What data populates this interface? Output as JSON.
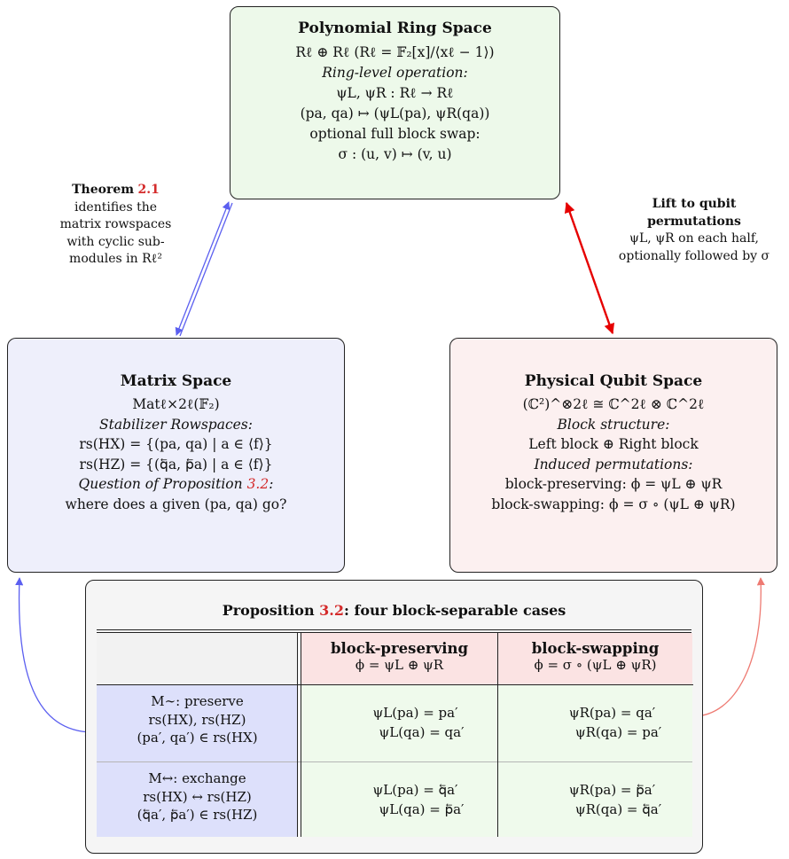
{
  "polynomial_ring": {
    "title": "Polynomial Ring Space",
    "line1": "Rℓ ⊕ Rℓ    (Rℓ = 𝔽₂[x]/⟨xℓ − 1⟩)",
    "line2": "Ring-level operation:",
    "line3": "ψL, ψR  :  Rℓ  →  Rℓ",
    "line4": "(pa, qa)  ↦  (ψL(pa), ψR(qa))",
    "line5": "optional full block swap:",
    "line6": "σ  :  (u, v)  ↦  (v, u)"
  },
  "matrix_space": {
    "title": "Matrix Space",
    "line1": "Matℓ×2ℓ(𝔽₂)",
    "line2": "Stabilizer Rowspaces:",
    "line3": "rs(HX)  =  {(pa, qa)  |  a  ∈  ⟨f⟩}",
    "line4": "rs(HZ)  =  {(q⃖a, p⃖a)  |  a  ∈  ⟨f⟩}",
    "line5_prefix": "Question of Proposition ",
    "line5_ref": "3.2",
    "line5_suffix": ":",
    "line6": "where does a given (pa, qa) go?"
  },
  "physical_space": {
    "title": "Physical Qubit Space",
    "line1": "(ℂ²)^⊗2ℓ  ≅  ℂ^2ℓ ⊗ ℂ^2ℓ",
    "line2": "Block structure:",
    "line3": "Left block ⊕ Right block",
    "line4": "Induced permutations:",
    "line5": "block-preserving:   ϕ = ψL ⊕ ψR",
    "line6": "block-swapping:   ϕ = σ ∘ (ψL ⊕ ψR)"
  },
  "theorem_annotation": {
    "label": "Theorem",
    "ref": "2.1",
    "lines": [
      "identifies the",
      "matrix rowspaces",
      "with cyclic sub-",
      "modules in Rℓ²"
    ]
  },
  "lift_annotation": {
    "title_line1": "Lift to qubit",
    "title_line2": "permutations",
    "line1": "ψL, ψR on each half,",
    "line2": "optionally followed by σ"
  },
  "proposition": {
    "title_prefix": "Proposition ",
    "title_ref": "3.2",
    "title_suffix": ": four block-separable cases",
    "col_preserving": "block-preserving",
    "col_preserving_formula": "ϕ = ψL ⊕ ψR",
    "col_swapping": "block-swapping",
    "col_swapping_formula": "ϕ = σ ∘ (ψL ⊕ ψR)",
    "row1_label": "M∼: preserve",
    "row1_line2": "rs(HX), rs(HZ)",
    "row1_line3": "(pa′, qa′) ∈ rs(HX)",
    "row1_pres_1": "ψL(pa) = pa′",
    "row1_pres_2": "ψL(qa) = qa′",
    "row1_swap_1": "ψR(pa) = qa′",
    "row1_swap_2": "ψR(qa) = pa′",
    "row2_label": "M↔: exchange",
    "row2_line2": "rs(HX) ↔ rs(HZ)",
    "row2_line3": "(q⃖a′, p⃖a′) ∈ rs(HZ)",
    "row2_pres_1": "ψL(pa) = q⃖a′",
    "row2_pres_2": "ψL(qa) = p⃖a′",
    "row2_swap_1": "ψR(pa) = p⃖a′",
    "row2_swap_2": "ψR(qa) = q⃖a′"
  },
  "colors": {
    "ring_fill": "#edf9ea",
    "matrix_fill": "#eeeffb",
    "physical_fill": "#fcf0f0",
    "reference_red": "#d42b2b",
    "blue_arrow": "#5b5ff0",
    "red_arrow": "#e60000",
    "salmon_arrow": "#ee7a72"
  }
}
